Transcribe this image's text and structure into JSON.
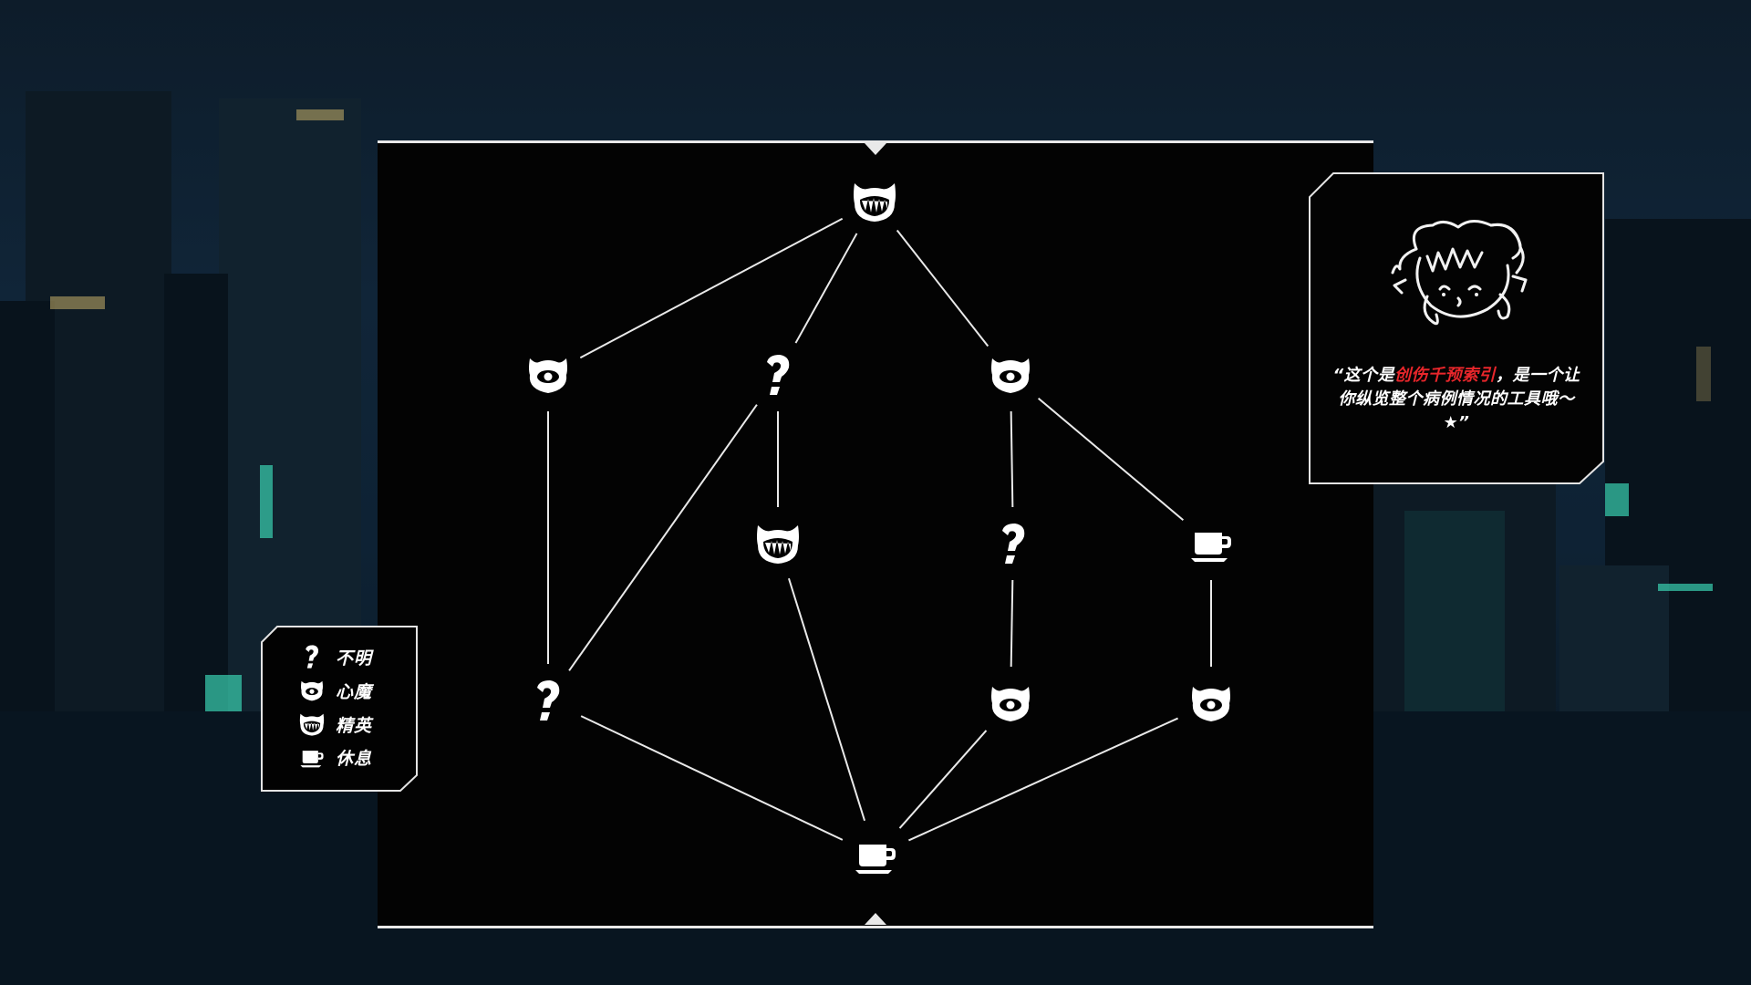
{
  "map": {
    "nodes": [
      {
        "id": "n1",
        "type": "elite"
      },
      {
        "id": "n2",
        "type": "demon"
      },
      {
        "id": "n3",
        "type": "unknown"
      },
      {
        "id": "n4",
        "type": "demon"
      },
      {
        "id": "n5",
        "type": "elite"
      },
      {
        "id": "n6",
        "type": "unknown"
      },
      {
        "id": "n7",
        "type": "rest"
      },
      {
        "id": "n8",
        "type": "unknown"
      },
      {
        "id": "n9",
        "type": "demon"
      },
      {
        "id": "n10",
        "type": "demon"
      },
      {
        "id": "n11",
        "type": "rest"
      }
    ],
    "edges": [
      [
        "n1",
        "n2"
      ],
      [
        "n1",
        "n3"
      ],
      [
        "n1",
        "n4"
      ],
      [
        "n2",
        "n8"
      ],
      [
        "n3",
        "n8"
      ],
      [
        "n3",
        "n5"
      ],
      [
        "n4",
        "n6"
      ],
      [
        "n4",
        "n7"
      ],
      [
        "n6",
        "n9"
      ],
      [
        "n7",
        "n10"
      ],
      [
        "n8",
        "n11"
      ],
      [
        "n5",
        "n11"
      ],
      [
        "n9",
        "n11"
      ],
      [
        "n10",
        "n11"
      ]
    ]
  },
  "legend": {
    "items": [
      {
        "icon": "question-icon",
        "label": "不明"
      },
      {
        "icon": "demon-eye-icon",
        "label": "心魔"
      },
      {
        "icon": "elite-fangs-icon",
        "label": "精英"
      },
      {
        "icon": "rest-cup-icon",
        "label": "休息"
      }
    ]
  },
  "dialog": {
    "quote_open": "“这个是",
    "quote_highlight": "创伤千预索引",
    "quote_rest": "，是一个让你纵览整个病例情况的工具哦～",
    "quote_close": "”",
    "highlight_color": "#e8262b"
  },
  "colors": {
    "panel_bg": "#030303",
    "line": "#e9e9e9"
  }
}
